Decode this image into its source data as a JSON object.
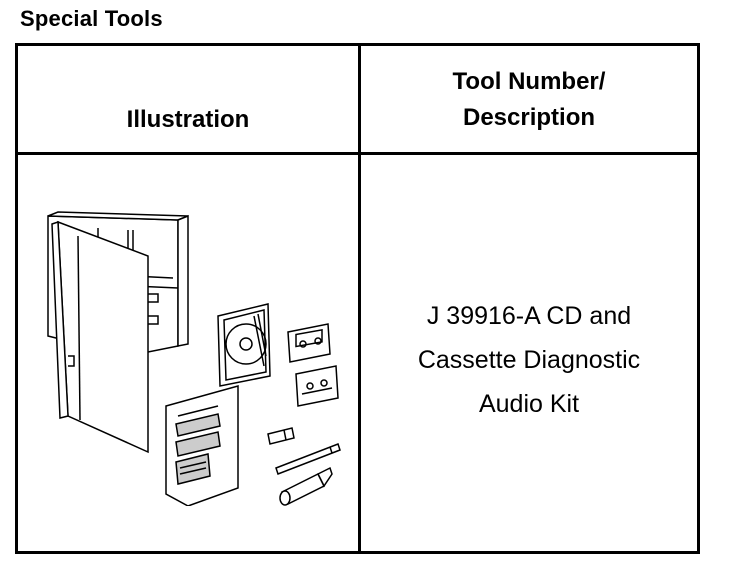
{
  "title": "Special Tools",
  "table": {
    "headers": {
      "illustration": "Illustration",
      "tool_line1": "Tool Number/",
      "tool_line2": "Description"
    },
    "rows": [
      {
        "illustration_icon": "cd-cassette-diagnostic-kit-illustration",
        "description_lines": [
          "J 39916-A CD and",
          "Cassette Diagnostic",
          "Audio Kit"
        ]
      }
    ]
  }
}
